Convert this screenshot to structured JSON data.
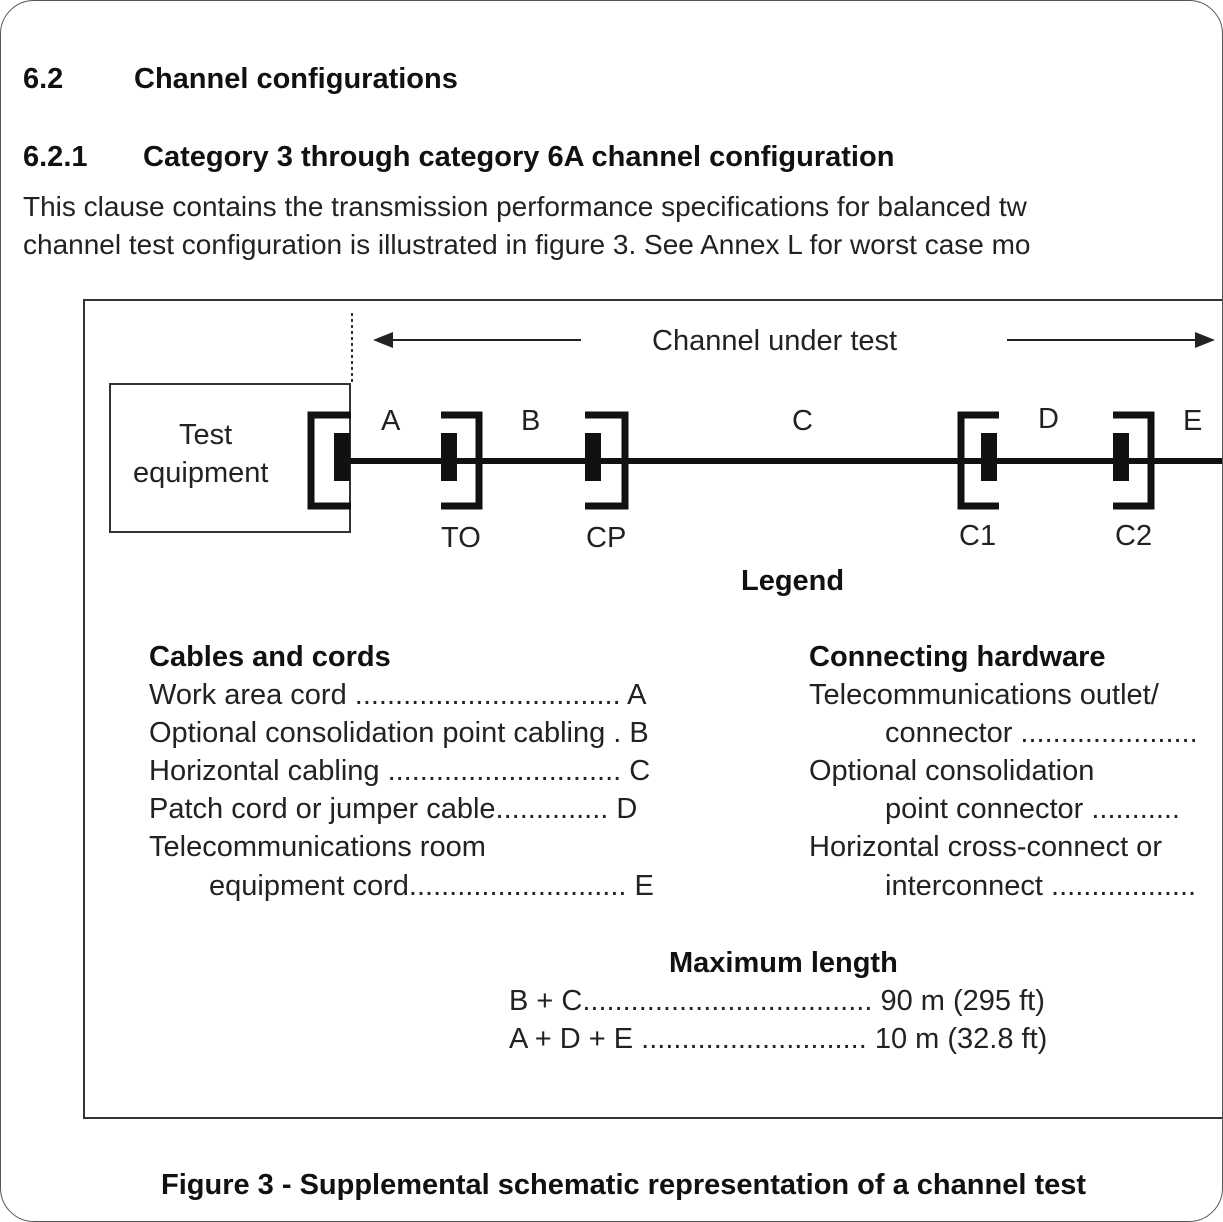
{
  "section": {
    "number": "6.2",
    "title": "Channel configurations"
  },
  "subsection": {
    "number": "6.2.1",
    "title": "Category 3 through category 6A channel configuration"
  },
  "paragraph": {
    "line1": "This clause contains the transmission performance specifications for balanced tw",
    "line2": "channel test configuration is illustrated in figure 3. See Annex L for worst case mo"
  },
  "diagram": {
    "channel_label": "Channel under test",
    "equipment_line1": "Test",
    "equipment_line2": "equipment",
    "segments": [
      "A",
      "B",
      "C",
      "D",
      "E"
    ],
    "connectors": [
      "TO",
      "CP",
      "C1",
      "C2"
    ]
  },
  "legend": {
    "title": "Legend",
    "cables_heading": "Cables and cords",
    "cables": [
      "Work area cord ................................. A",
      "Optional consolidation point cabling . B",
      "Horizontal cabling ............................. C",
      "Patch cord or jumper cable.............. D",
      "Telecommunications room",
      "equipment cord........................... E"
    ],
    "hardware_heading": "Connecting hardware",
    "hardware": [
      "Telecommunications outlet/",
      "connector ......................",
      "Optional consolidation",
      "point connector ...........",
      "Horizontal cross-connect or",
      "interconnect .................."
    ],
    "max_heading": "Maximum length",
    "max_lines": [
      "B + C.................................... 90 m (295 ft)",
      "A + D + E ............................ 10 m (32.8 ft)"
    ]
  },
  "caption": "Figure 3 - Supplemental schematic representation of a channel test"
}
